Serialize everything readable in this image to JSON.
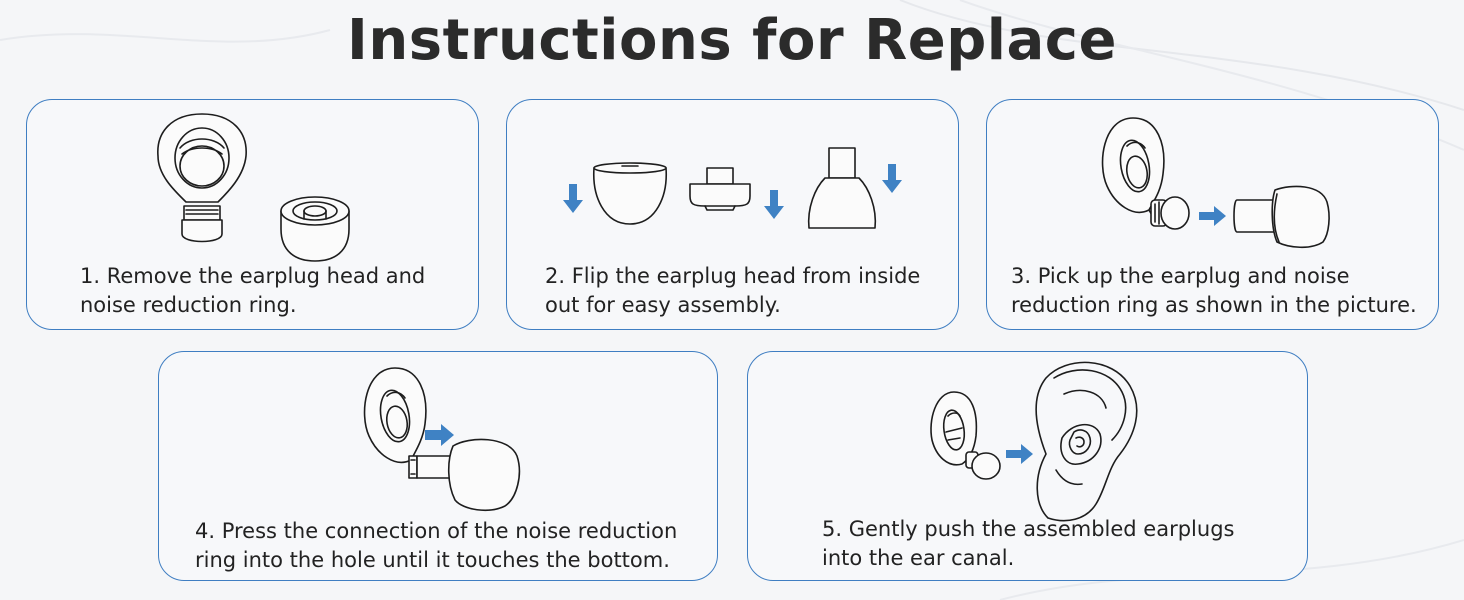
{
  "title": "Instructions for Replace",
  "colors": {
    "accent": "#3f82c4",
    "border": "#3f7ec2",
    "text": "#222222",
    "background": "#f5f6f8"
  },
  "steps": [
    {
      "lines": [
        "1. Remove the earplug head and",
        "noise reduction ring."
      ],
      "icons": [
        "earplug-head-icon",
        "noise-reduction-ring-icon"
      ]
    },
    {
      "lines": [
        "2. Flip the earplug head from inside",
        "out for easy assembly."
      ],
      "icons": [
        "down-arrow-icon",
        "earplug-cup-icon",
        "connector-icon",
        "flipped-head-icon"
      ]
    },
    {
      "lines": [
        "3. Pick up the earplug and noise",
        "reduction ring as shown in the picture."
      ],
      "icons": [
        "earplug-icon",
        "right-arrow-icon",
        "ear-tip-icon"
      ]
    },
    {
      "lines": [
        "4. Press the connection of the noise reduction",
        "ring into the hole until it touches the bottom."
      ],
      "icons": [
        "earplug-icon",
        "right-arrow-icon",
        "ear-tip-icon"
      ]
    },
    {
      "lines": [
        "5. Gently push the assembled earplugs",
        "into the ear canal."
      ],
      "icons": [
        "earplug-icon",
        "right-arrow-icon",
        "ear-icon"
      ]
    }
  ]
}
